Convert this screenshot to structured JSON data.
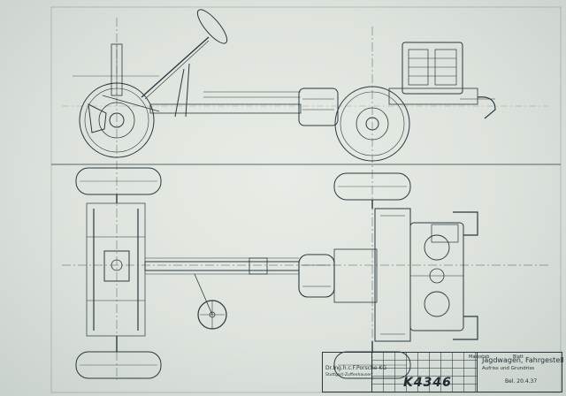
{
  "drawing": {
    "drawing_number": "K4346",
    "title": "Jagdwagen, Fahrgestell",
    "subtitle": "Aufriss und Grundriss",
    "date": "Bel. 20.4.37",
    "company": "Dr.Ing.h.c.F.Porsche KG",
    "company_location": "Stuttgart-Zuffenhausen",
    "scale": "Massstab",
    "sheet": "Blatt"
  },
  "colors": {
    "paper": "#dde3dc",
    "ink": "#2a3a40"
  }
}
